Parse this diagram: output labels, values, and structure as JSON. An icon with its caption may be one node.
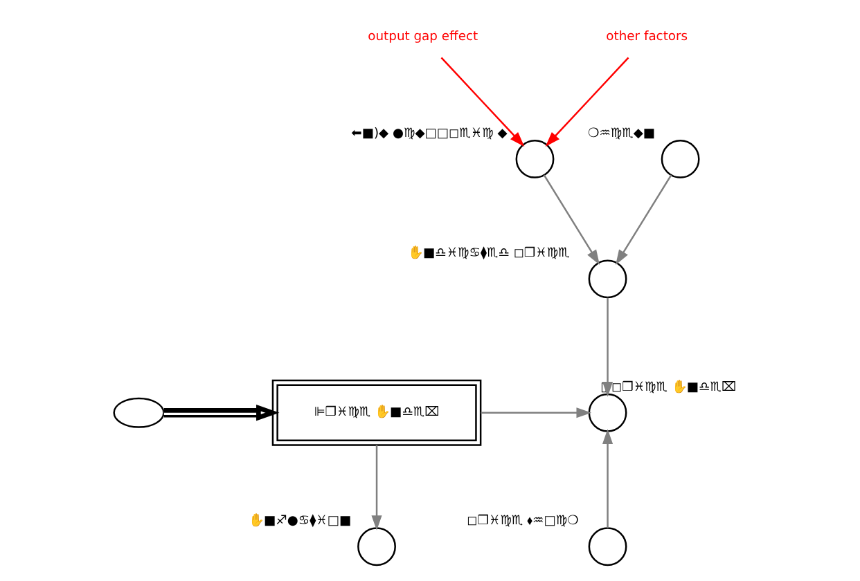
{
  "diagram": {
    "nodes": [
      {
        "text": [
          "output gap effect"
        ]
      },
      {
        "text": [
          "other factors"
        ]
      },
      {
        "text": [],
        "shape": "circle",
        "beside": [
          "⬅■)◆ ●♍◆□□◻♏♓♍ ◆"
        ]
      },
      {
        "text": [],
        "shape": "circle",
        "beside": [
          "❍♒♍♏◆■"
        ]
      },
      {
        "text": [],
        "shape": "circle",
        "beside": [
          "✋■♎♓♍♋⧫♏♎ ◻❒♓♍♏"
        ]
      },
      {
        "text": [],
        "shape": "circle",
        "beside": [
          "▯ ◻❒♓♍♏ ✋■♎♏⌧"
        ]
      },
      {
        "text": [
          "⊫❒♓♍♏ ✋■♎♏⌧"
        ]
      },
      {
        "text": [],
        "shape": "cloud"
      },
      {
        "text": [],
        "shape": "circle",
        "beside": [
          "✋■♐●♋⧫♓□■"
        ]
      },
      {
        "text": [],
        "shape": "circle",
        "beside": [
          "◻❒♓♍♏ ⬧♒□♍❍"
        ]
      }
    ],
    "edges": [
      {
        "from": 0,
        "to": 2,
        "arrow": "to",
        "color": "#ff0000"
      },
      {
        "from": 1,
        "to": 2,
        "arrow": "to",
        "color": "#ff0000"
      },
      {
        "from": 2,
        "to": 4,
        "arrow": "to"
      },
      {
        "from": 3,
        "to": 4,
        "arrow": "to"
      },
      {
        "from": 4,
        "to": 5,
        "arrow": "to"
      },
      {
        "from": 6,
        "to": 5,
        "arrow": "to"
      },
      {
        "from": 9,
        "to": 5,
        "arrow": "to"
      },
      {
        "from": 7,
        "to": 6,
        "arrow": "to",
        "style": "thick",
        "color": "#000000"
      },
      {
        "from": 6,
        "to": 8,
        "arrow": "to"
      }
    ]
  }
}
